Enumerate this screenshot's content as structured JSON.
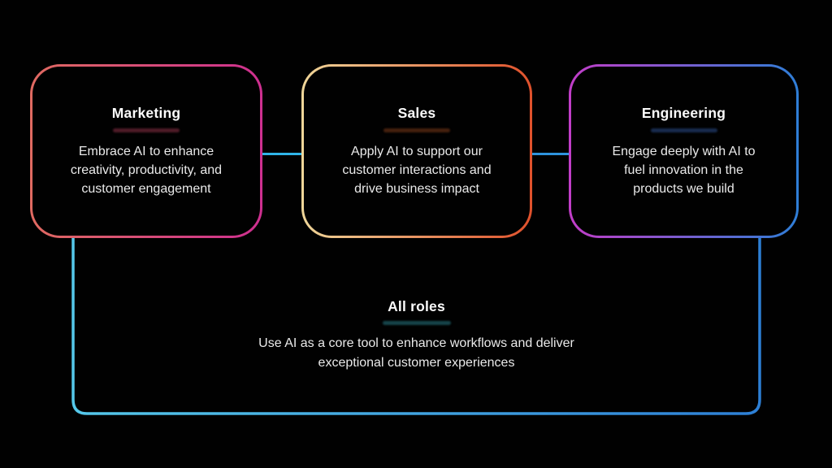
{
  "canvas": {
    "background": "#010101"
  },
  "cards": [
    {
      "title": "Marketing",
      "body": "Embrace AI to enhance\ncreativity, productivity, and\ncustomer engagement",
      "border_from": "#e06a61",
      "border_to": "#ce2f90",
      "underline_color": "#4f1b28"
    },
    {
      "title": "Sales",
      "body": "Apply AI to support our\ncustomer interactions and\ndrive business impact",
      "border_from": "#efd699",
      "border_to": "#e0512c",
      "underline_color": "#45200e"
    },
    {
      "title": "Engineering",
      "body": "Engage deeply with AI to\nfuel innovation in the\nproducts we build",
      "border_from": "#c23dc8",
      "border_to": "#2e7ed7",
      "underline_color": "#182b4e"
    }
  ],
  "all_roles": {
    "title": "All roles",
    "body": "Use AI as a core tool to enhance workflows and deliver\nexceptional customer experiences",
    "underline_color": "#16444a",
    "border_from": "#55c8ea",
    "border_to": "#2d7fd5"
  },
  "connectors": {
    "left_color": "#2fb4e8",
    "right_color": "#2e93dd"
  },
  "text_colors": {
    "title": "#fbfbfb",
    "body": "#eaeaea"
  }
}
